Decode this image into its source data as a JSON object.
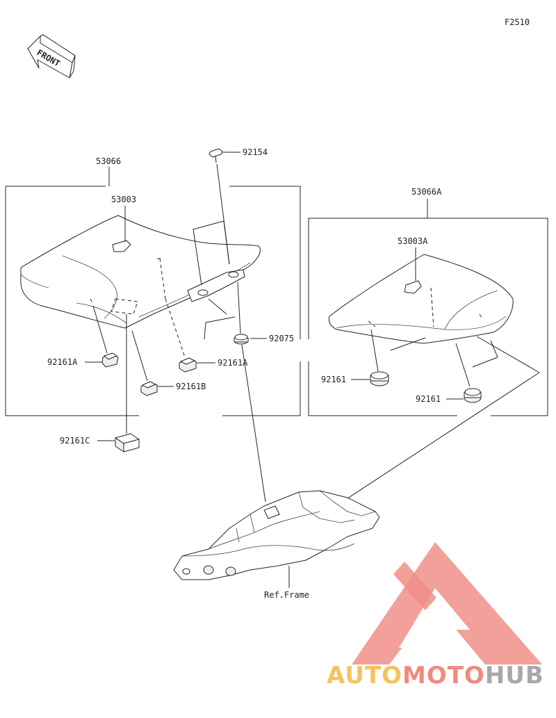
{
  "figure_code": "F2510",
  "front_label": "FRONT",
  "frame_ref": "Ref.Frame",
  "parts": {
    "seat_assy_front": "53066",
    "seat_pan_front": "53003",
    "bolt": "92154",
    "grommet": "92075",
    "damper_a_left": "92161A",
    "damper_a_right": "92161A",
    "damper_b": "92161B",
    "damper_c": "92161C",
    "seat_assy_rear": "53066A",
    "seat_pan_rear": "53003A",
    "damper_rear_left": "92161",
    "damper_rear_right": "92161"
  },
  "watermark": {
    "part1": "AUTO",
    "part2": "MOTO",
    "part3": "HUB",
    "color_part1": "#f6c25c",
    "color_part2": "#f08a80",
    "color_part3": "#a8a8a8",
    "logo_color": "#ef8a80"
  }
}
